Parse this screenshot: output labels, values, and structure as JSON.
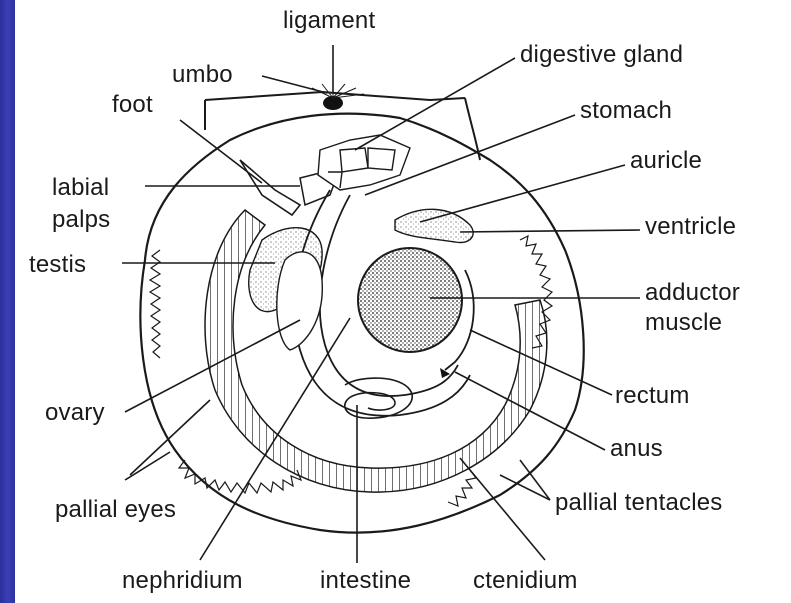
{
  "labels": {
    "ligament": "ligament",
    "umbo": "umbo",
    "foot": "foot",
    "labial_palps_1": "labial",
    "labial_palps_2": "palps",
    "testis": "testis",
    "ovary": "ovary",
    "pallial_eyes": "pallial eyes",
    "nephridium": "nephridium",
    "intestine": "intestine",
    "ctenidium": "ctenidium",
    "digestive_gland": "digestive gland",
    "stomach": "stomach",
    "auricle": "auricle",
    "ventricle": "ventricle",
    "adductor_muscle_1": "adductor",
    "adductor_muscle_2": "muscle",
    "rectum": "rectum",
    "anus": "anus",
    "pallial_tentacles": "pallial tentacles"
  },
  "colors": {
    "background": "#2b2e9c",
    "panel": "#ffffff",
    "ink": "#1a1a1a"
  }
}
